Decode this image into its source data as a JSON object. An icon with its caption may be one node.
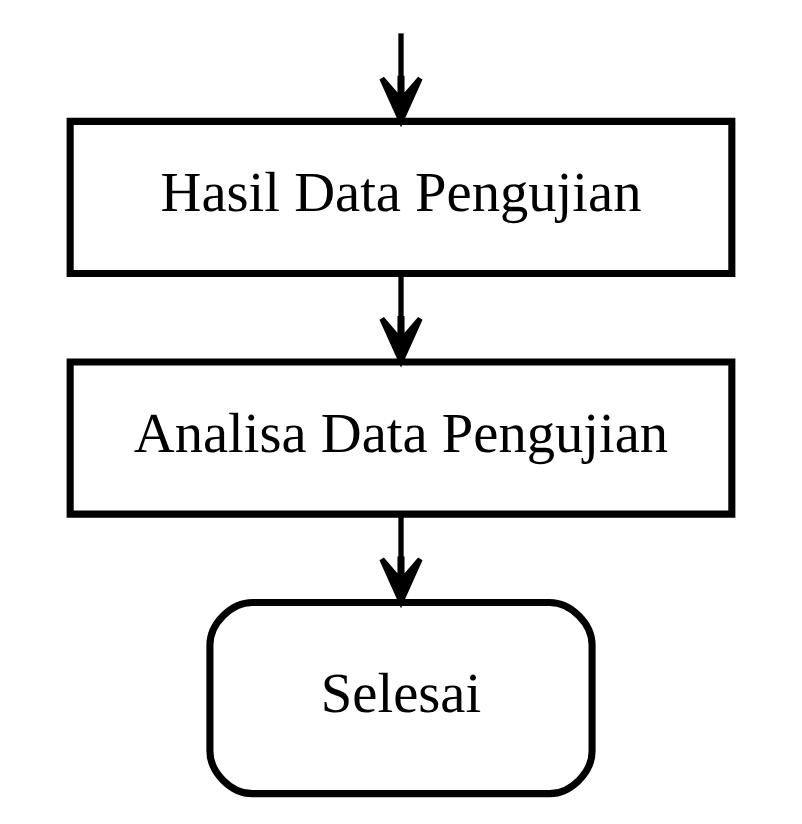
{
  "diagram": {
    "nodes": [
      {
        "text": [
          "Hasil Data Pengujian"
        ]
      },
      {
        "text": [
          "Analisa Data Pengujian"
        ]
      },
      {
        "text": [
          "Selesai"
        ]
      }
    ],
    "edges": [
      {
        "from": null,
        "to": 0,
        "arrow": "to"
      },
      {
        "from": 0,
        "to": 1,
        "arrow": "to"
      },
      {
        "from": 1,
        "to": 2,
        "arrow": "to"
      }
    ]
  }
}
